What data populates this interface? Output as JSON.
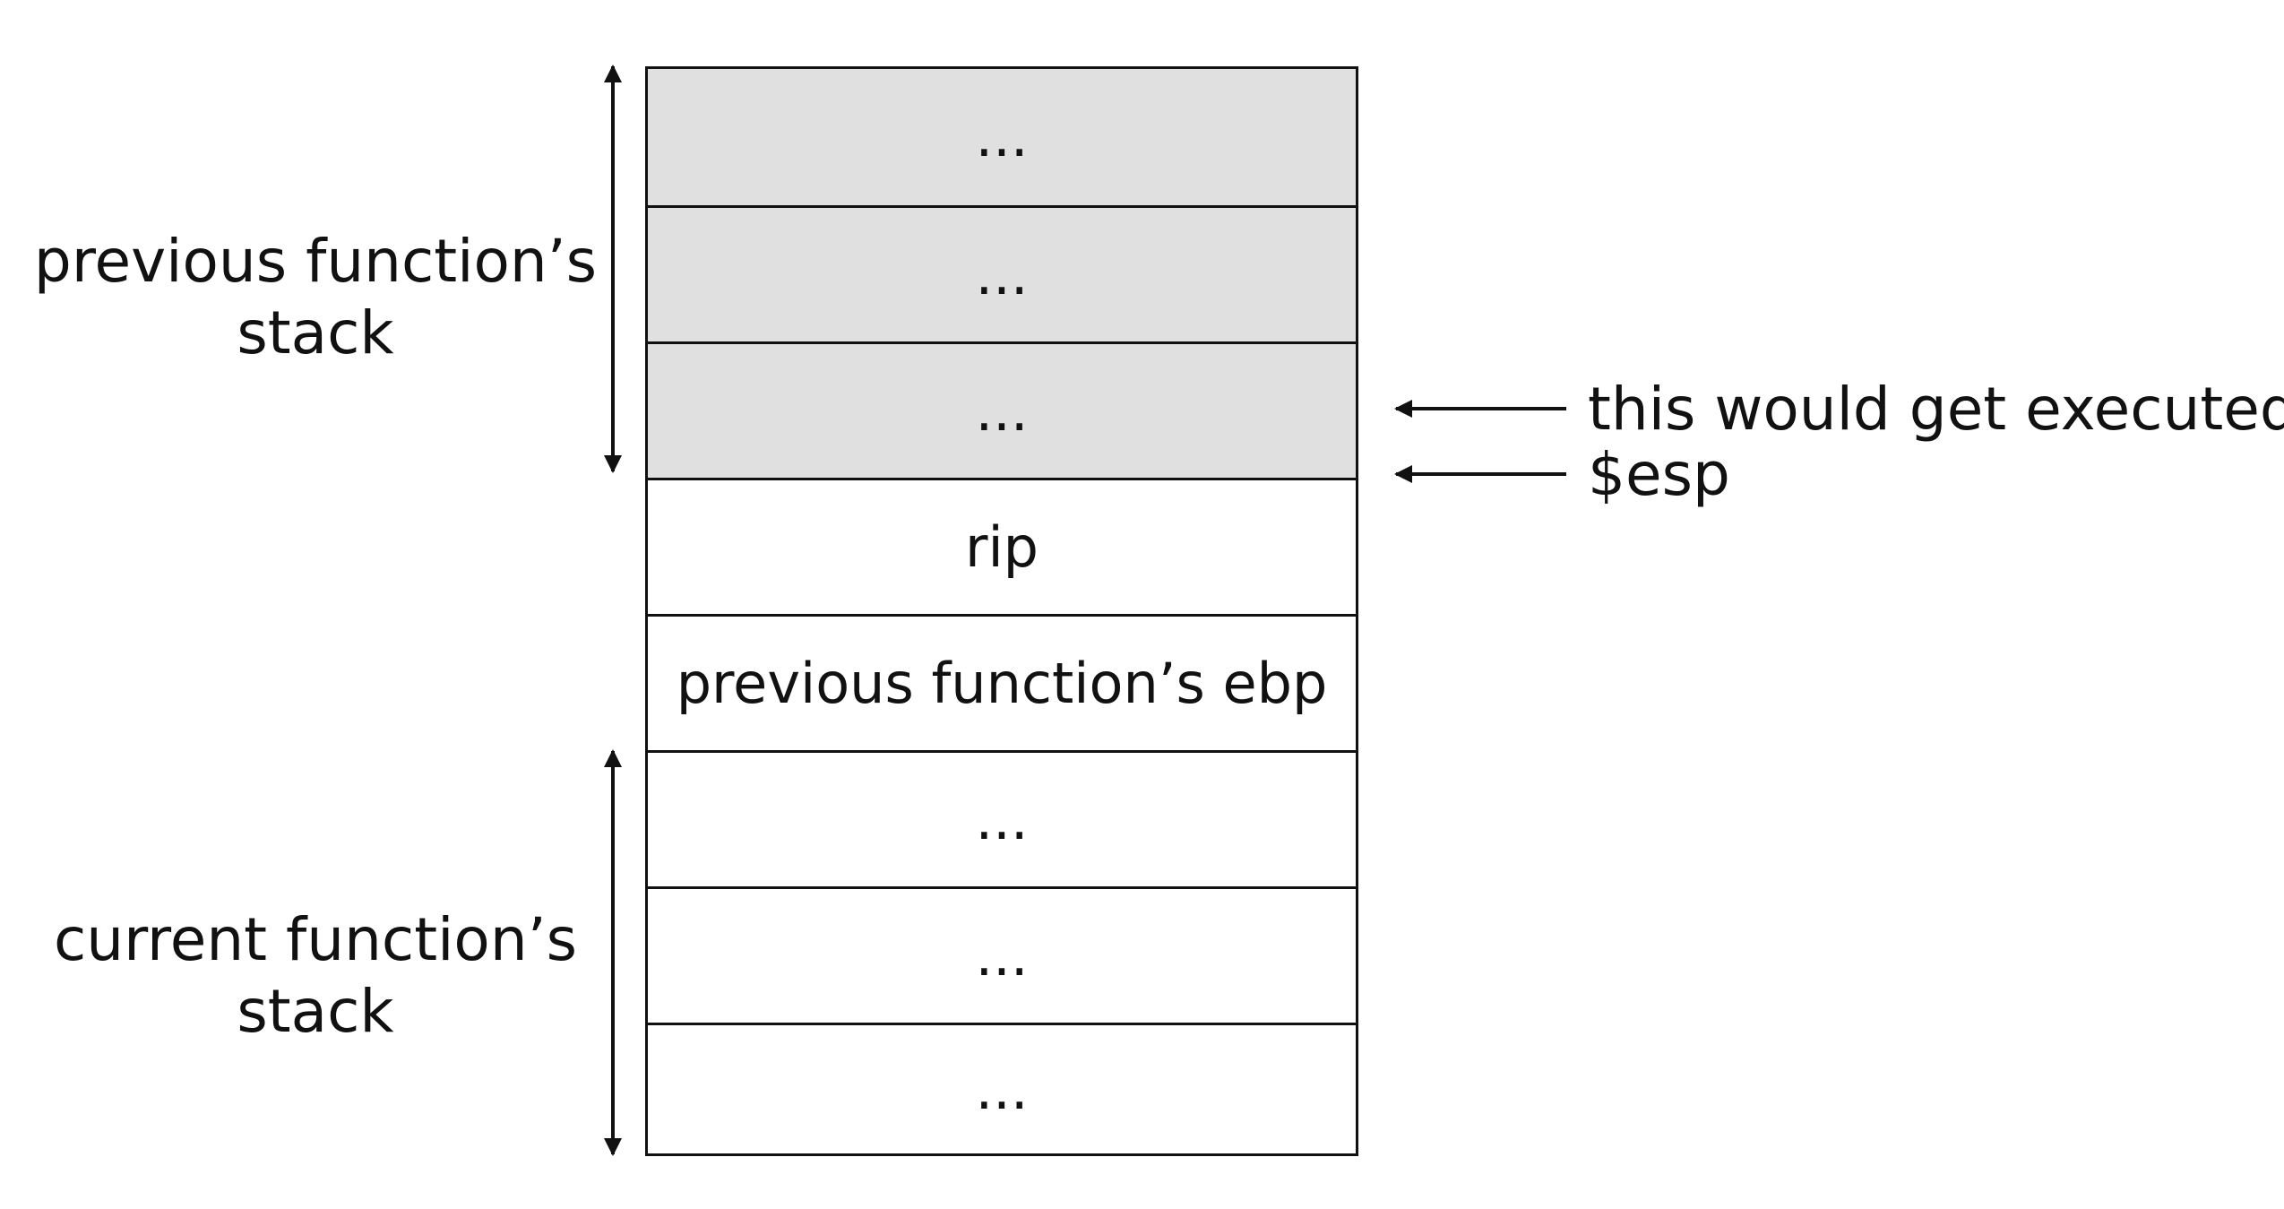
{
  "cells": [
    {
      "label": "...",
      "shaded": true
    },
    {
      "label": "...",
      "shaded": true
    },
    {
      "label": "...",
      "shaded": true
    },
    {
      "label": "rip",
      "shaded": false
    },
    {
      "label": "previous function’s ebp",
      "shaded": false
    },
    {
      "label": "...",
      "shaded": false
    },
    {
      "label": "...",
      "shaded": false
    },
    {
      "label": "...",
      "shaded": false
    }
  ],
  "left_labels": {
    "previous": {
      "line1": "previous function’s",
      "line2": "stack"
    },
    "current": {
      "line1": "current function’s",
      "line2": "stack"
    }
  },
  "right_labels": {
    "executed": "this would get executed!",
    "esp": "$esp"
  },
  "colors": {
    "shaded_fill": "#e0e0e0",
    "line": "#111111"
  }
}
